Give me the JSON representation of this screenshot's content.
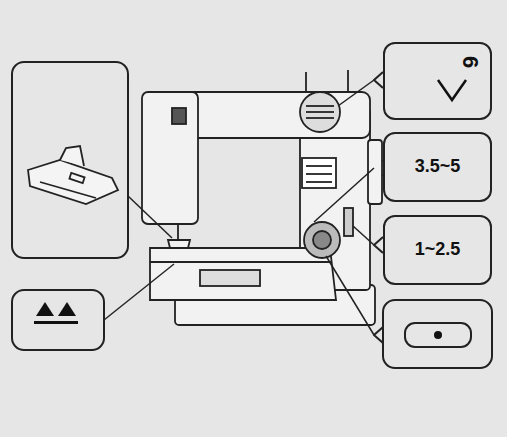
{
  "diagram": {
    "nodes": [
      {
        "text": [
          "6"
        ]
      },
      {
        "text": [
          "3.5~5"
        ]
      },
      {
        "text": [
          "1~2.5"
        ]
      }
    ]
  }
}
